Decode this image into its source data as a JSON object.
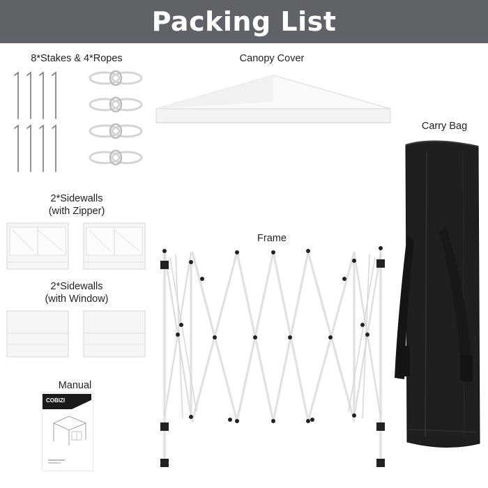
{
  "header": {
    "title": "Packing List"
  },
  "items": {
    "stakes_ropes": "8*Stakes & 4*Ropes",
    "canopy_cover": "Canopy Cover",
    "carry_bag": "Carry Bag",
    "sidewalls_zipper_line1": "2*Sidewalls",
    "sidewalls_zipper_line2": "(with Zipper)",
    "frame": "Frame",
    "sidewalls_window_line1": "2*Sidewalls",
    "sidewalls_window_line2": "(with Window)",
    "manual": "Manual"
  },
  "manual": {
    "brand": "COBIZI"
  },
  "counts": {
    "stakes": 8,
    "ropes": 4,
    "sidewalls_zipper": 2,
    "sidewalls_window": 2
  },
  "colors": {
    "header_bg": "#5f6368",
    "bag": "#1c1c1c",
    "frame": "#ffffff"
  }
}
